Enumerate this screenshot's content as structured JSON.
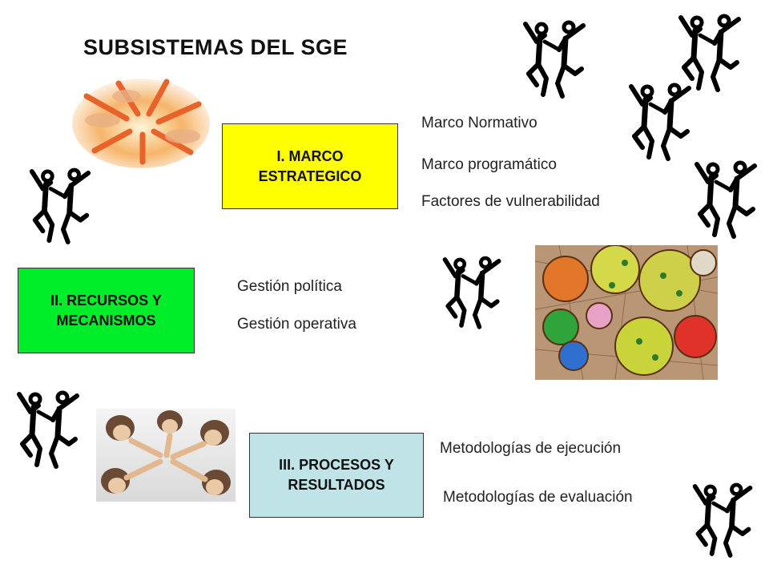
{
  "title": "SUBSISTEMAS DEL SGE",
  "colors": {
    "box1": "#ffff00",
    "box2": "#00ee2a",
    "box3": "#bfe3e6"
  },
  "boxes": [
    {
      "label": "I. MARCO\nESTRATEGICO"
    },
    {
      "label": "II. RECURSOS Y\nMECANISMOS"
    },
    {
      "label": "III. PROCESOS Y\nRESULTADOS"
    }
  ],
  "items": {
    "marco_normativo": "Marco Normativo",
    "marco_programatico": "Marco programático",
    "factores": "Factores de vulnerabilidad",
    "gestion_politica": "Gestión política",
    "gestion_operativa": "Gestión operativa",
    "met_ejecucion": "Metodologías de ejecución",
    "met_evaluacion": "Metodologías de evaluación"
  },
  "icons": [
    "dancing-figures-icon",
    "hands-circle-image",
    "painted-circles-image",
    "group-hands-star-image"
  ]
}
